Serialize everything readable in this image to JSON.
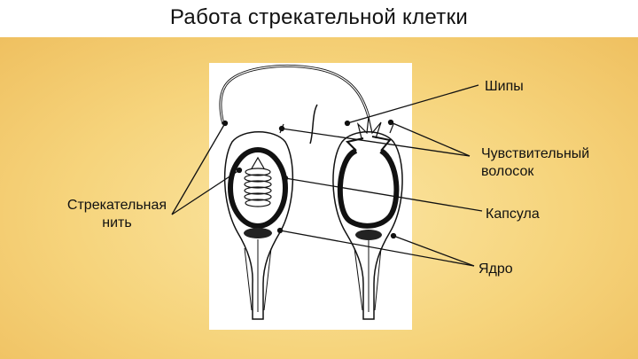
{
  "slide": {
    "title": "Работа стрекательной клетки"
  },
  "labels": {
    "spikes": "Шипы",
    "sensitive_hair": "Чувствительный волосок",
    "capsule": "Капсула",
    "nucleus": "Ядро",
    "stinging_thread": "Стрекательная нить"
  },
  "colors": {
    "background": "#f6d47c",
    "panel": "#ffffff",
    "ink": "#111111"
  }
}
